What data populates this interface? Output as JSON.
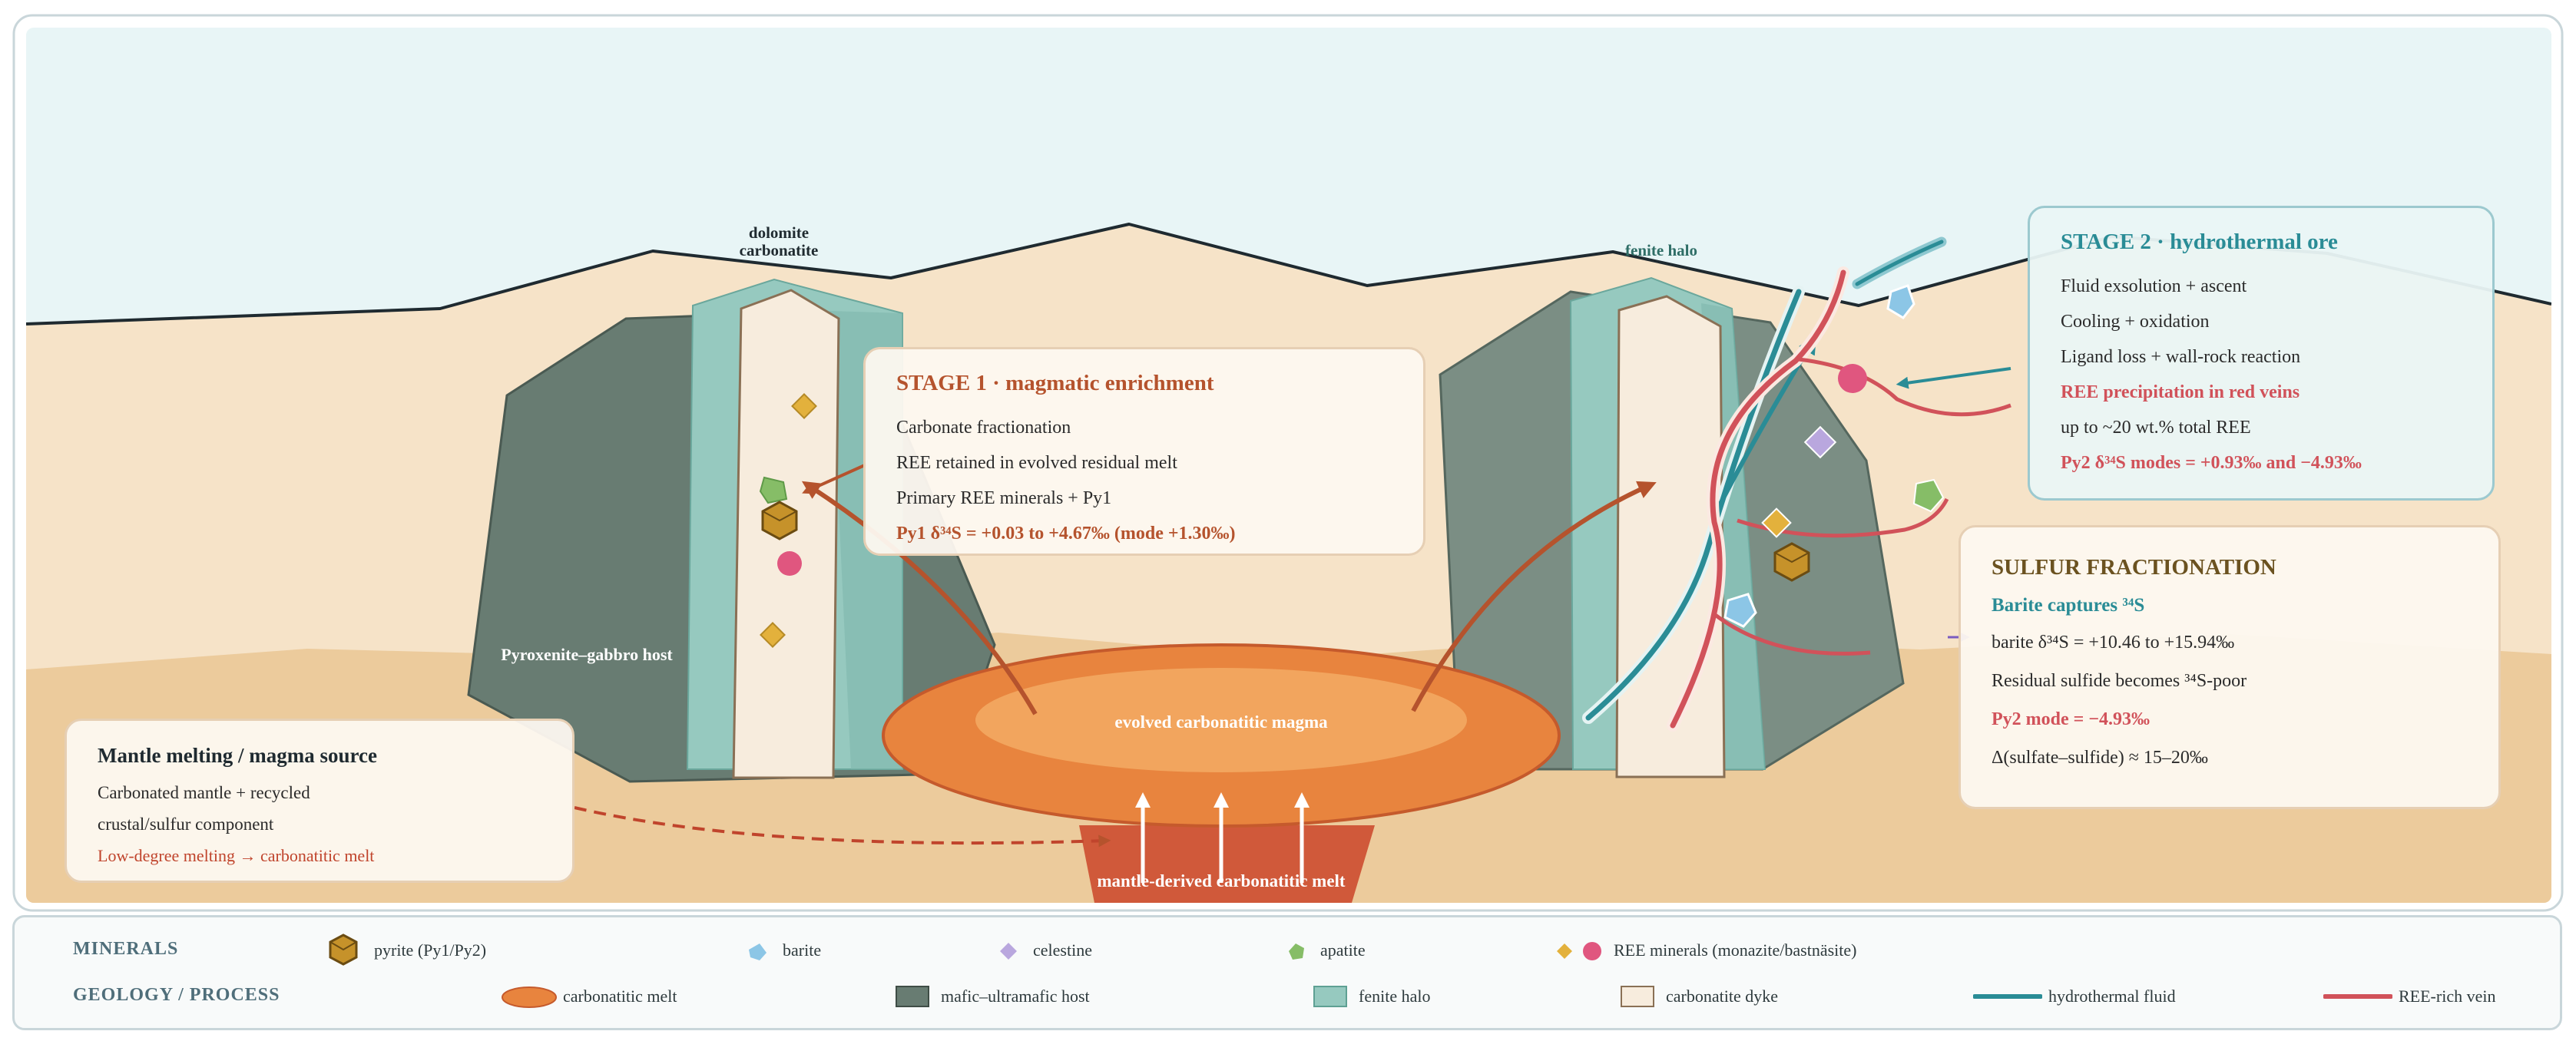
{
  "diagram": {
    "labels": {
      "dolomite_line1": "dolomite",
      "dolomite_line2": "carbonatite",
      "fenite_halo": "fenite halo",
      "host": "Pyroxenite–gabbro host",
      "evolved_magma": "evolved carbonatitic magma",
      "mantle_melt": "mantle-derived carbonatitic melt"
    }
  },
  "stage1": {
    "title": "STAGE 1 · magmatic enrichment",
    "lines": [
      "Carbonate fractionation",
      "REE retained in evolved residual melt",
      "Primary REE minerals + Py1"
    ],
    "highlight": "Py1 δ³⁴S = +0.03 to +4.67‰ (mode +1.30‰)"
  },
  "stage2": {
    "title": "STAGE 2 · hydrothermal ore",
    "lines": [
      "Fluid exsolution + ascent",
      "Cooling + oxidation",
      "Ligand loss + wall-rock reaction"
    ],
    "highlight1": "REE precipitation in red veins",
    "line4": "up to ~20 wt.% total REE",
    "highlight2": "Py2 δ³⁴S modes = +0.93‰ and −4.93‰"
  },
  "sulfur": {
    "title": "SULFUR FRACTIONATION",
    "subtitle": "Barite captures ³⁴S",
    "line1": "barite δ³⁴S = +10.46 to +15.94‰",
    "line2": "Residual sulfide becomes ³⁴S-poor",
    "highlight": "Py2 mode = −4.93‰",
    "line3": "Δ(sulfate–sulfide) ≈ 15–20‰"
  },
  "source": {
    "title": "Mantle melting / magma source",
    "line1": "Carbonated mantle + recycled",
    "line2": "crustal/sulfur component",
    "highlight": "Low-degree melting → carbonatitic melt"
  },
  "legend": {
    "minerals_label": "MINERALS",
    "geology_label": "GEOLOGY / PROCESS",
    "minerals": [
      {
        "icon": "pyrite-cube",
        "label": "pyrite (Py1/Py2)"
      },
      {
        "icon": "barite-crystal",
        "label": "barite"
      },
      {
        "icon": "celestine-diamond",
        "label": "celestine"
      },
      {
        "icon": "apatite-crystal",
        "label": "apatite"
      },
      {
        "icon": "ree-minerals",
        "label": "REE minerals (monazite/bastnäsite)"
      }
    ],
    "geology": [
      {
        "icon": "carbonatitic-melt-ellipse",
        "label": "carbonatitic melt"
      },
      {
        "icon": "mafic-host-swatch",
        "label": "mafic–ultramafic host"
      },
      {
        "icon": "fenite-swatch",
        "label": "fenite halo"
      },
      {
        "icon": "carbonatite-dyke-swatch",
        "label": "carbonatite dyke"
      },
      {
        "icon": "fluid-line",
        "label": "hydrothermal fluid"
      },
      {
        "icon": "vein-line",
        "label": "REE-rich vein"
      }
    ]
  },
  "colors": {
    "sky": "#e8f5f6",
    "upper_crust": "#f6e3c8",
    "lower_crust": "#eccb9c",
    "mafic_host": "#687c72",
    "fenite": "#96c9bf",
    "carbonatite_dyke": "#f7ecdd",
    "magma": "#e8843e",
    "magma_core": "#f2a55e",
    "mantle_melt": "#d0593a",
    "stage1_accent": "#b5532d",
    "stage2_accent": "#2a8c96",
    "vein_red": "#d1525a",
    "sulfur_title": "#6b5220",
    "pyrite": "#b8861e",
    "barite": "#8cc6e6",
    "celestine": "#b9a7de",
    "apatite": "#86bd67",
    "ree_yellow": "#e3b13c",
    "ree_pink": "#e0567f"
  }
}
